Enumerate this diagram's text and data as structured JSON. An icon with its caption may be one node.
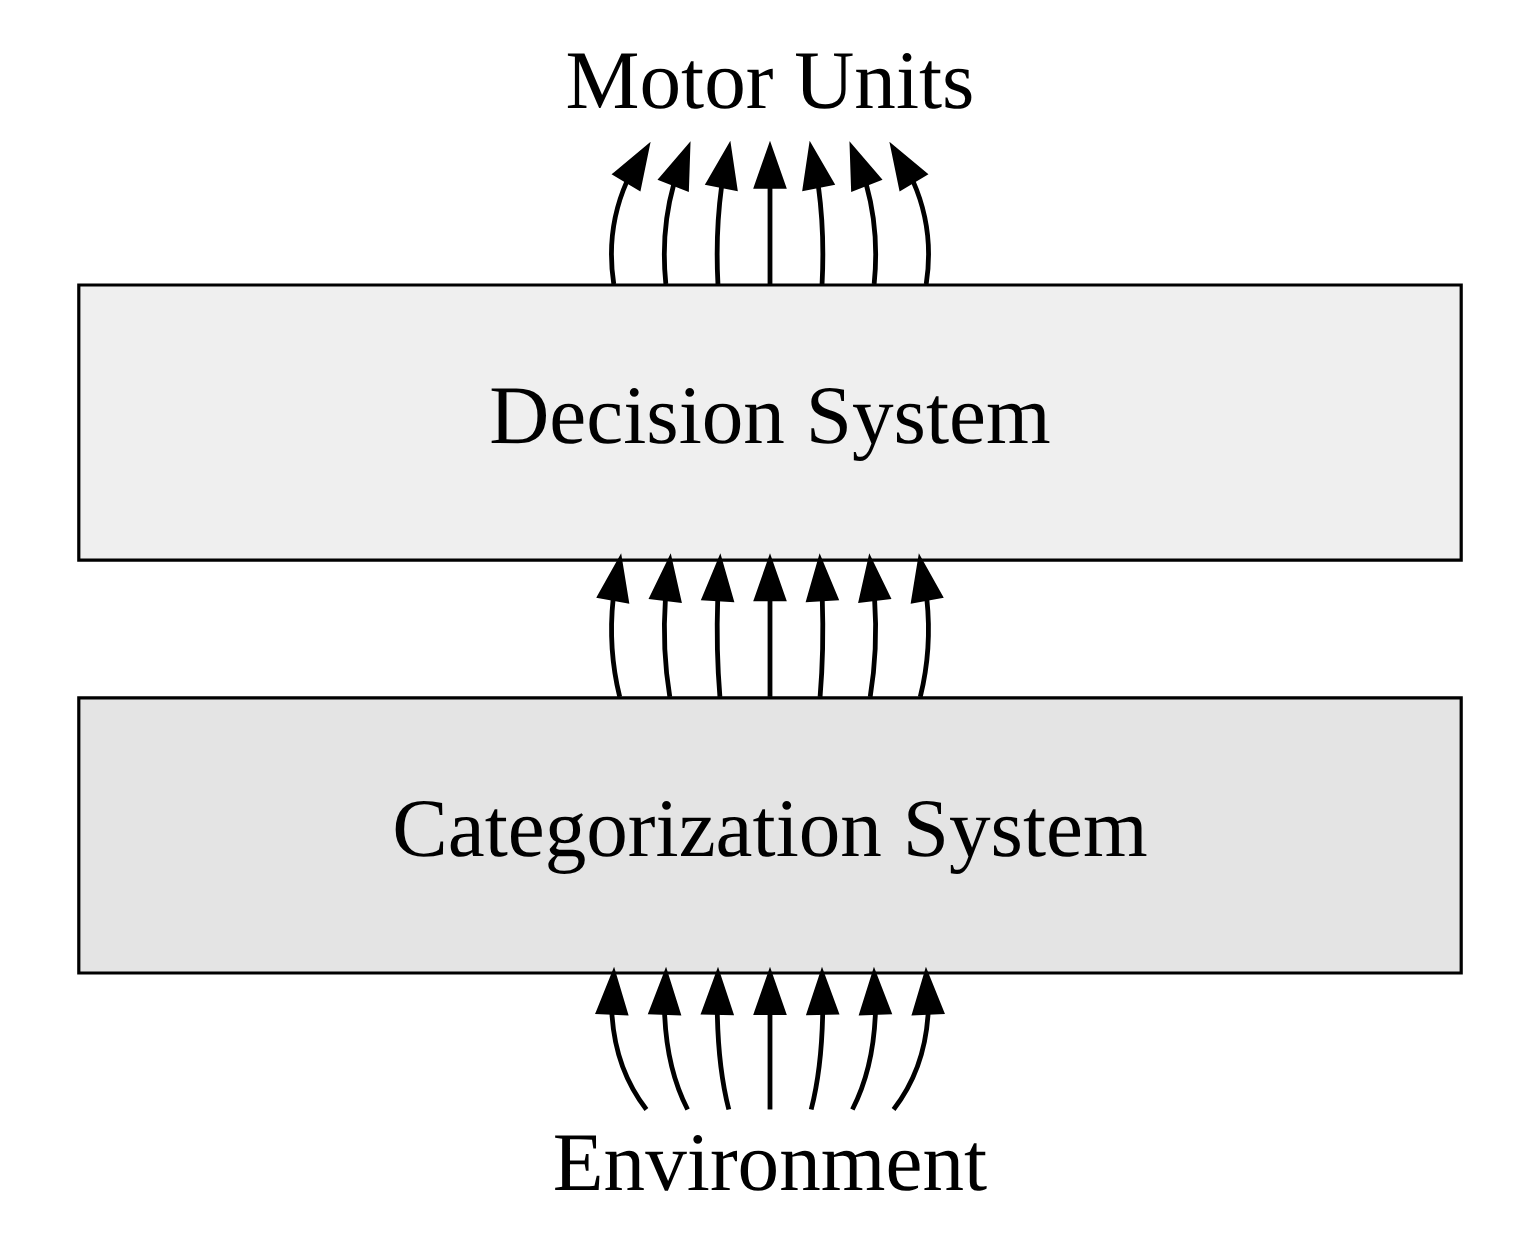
{
  "diagram": {
    "nodes": [
      {
        "text": [
          "Motor Units"
        ]
      },
      {
        "text": [
          "Decision System"
        ]
      },
      {
        "text": [
          "Categorization System"
        ]
      },
      {
        "text": [
          "Environment"
        ]
      }
    ],
    "edges": [
      {
        "from": 3,
        "to": 2,
        "arrow": "to"
      },
      {
        "from": 3,
        "to": 2,
        "arrow": "to"
      },
      {
        "from": 3,
        "to": 2,
        "arrow": "to"
      },
      {
        "from": 3,
        "to": 2,
        "arrow": "to"
      },
      {
        "from": 3,
        "to": 2,
        "arrow": "to"
      },
      {
        "from": 3,
        "to": 2,
        "arrow": "to"
      },
      {
        "from": 3,
        "to": 2,
        "arrow": "to"
      },
      {
        "from": 2,
        "to": 1,
        "arrow": "to"
      },
      {
        "from": 2,
        "to": 1,
        "arrow": "to"
      },
      {
        "from": 2,
        "to": 1,
        "arrow": "to"
      },
      {
        "from": 2,
        "to": 1,
        "arrow": "to"
      },
      {
        "from": 2,
        "to": 1,
        "arrow": "to"
      },
      {
        "from": 2,
        "to": 1,
        "arrow": "to"
      },
      {
        "from": 2,
        "to": 1,
        "arrow": "to"
      },
      {
        "from": 1,
        "to": 0,
        "arrow": "to"
      },
      {
        "from": 1,
        "to": 0,
        "arrow": "to"
      },
      {
        "from": 1,
        "to": 0,
        "arrow": "to"
      },
      {
        "from": 1,
        "to": 0,
        "arrow": "to"
      },
      {
        "from": 1,
        "to": 0,
        "arrow": "to"
      },
      {
        "from": 1,
        "to": 0,
        "arrow": "to"
      },
      {
        "from": 1,
        "to": 0,
        "arrow": "to"
      }
    ]
  }
}
